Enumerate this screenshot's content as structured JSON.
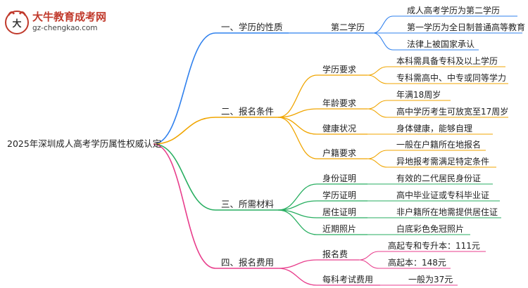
{
  "logo": {
    "name": "大牛教育成考网",
    "url": "gz-chengkao.com"
  },
  "root": "2025年深圳成人高考学历属性权威认定",
  "colors": {
    "blue": "#2f80ed",
    "orange": "#f0a500",
    "green": "#27ae60",
    "pink": "#e83e8c"
  },
  "branches": [
    {
      "label": "一、学历的性质",
      "color_key": "blue",
      "children": [
        {
          "label": "第二学历",
          "leaves": [
            "成人高考学历为第二学历",
            "第一学历为全日制普通高等教育",
            "法律上被国家承认"
          ]
        }
      ]
    },
    {
      "label": "二、报名条件",
      "color_key": "orange",
      "children": [
        {
          "label": "学历要求",
          "leaves": [
            "本科需具备专科及以上学历",
            "专科需高中、中专或同等学力"
          ]
        },
        {
          "label": "年龄要求",
          "leaves": [
            "年满18周岁",
            "高中学历考生可放宽至17周岁"
          ]
        },
        {
          "label": "健康状况",
          "leaves": [
            "身体健康，能够自理"
          ]
        },
        {
          "label": "户籍要求",
          "leaves": [
            "一般在户籍所在地报名",
            "异地报考需满足特定条件"
          ]
        }
      ]
    },
    {
      "label": "三、所需材料",
      "color_key": "green",
      "children": [
        {
          "label": "身份证明",
          "leaves": [
            "有效的二代居民身份证"
          ]
        },
        {
          "label": "学历证明",
          "leaves": [
            "高中毕业证或专科毕业证"
          ]
        },
        {
          "label": "居住证明",
          "leaves": [
            "非户籍所在地需提供居住证"
          ]
        },
        {
          "label": "近期照片",
          "leaves": [
            "白底彩色免冠照片"
          ]
        }
      ]
    },
    {
      "label": "四、报名费用",
      "color_key": "pink",
      "children": [
        {
          "label": "报名费",
          "leaves": [
            "高起专和专升本：111元",
            "高起本：148元"
          ]
        },
        {
          "label": "每科考试费用",
          "leaves": [
            "一般为37元"
          ]
        }
      ]
    }
  ]
}
